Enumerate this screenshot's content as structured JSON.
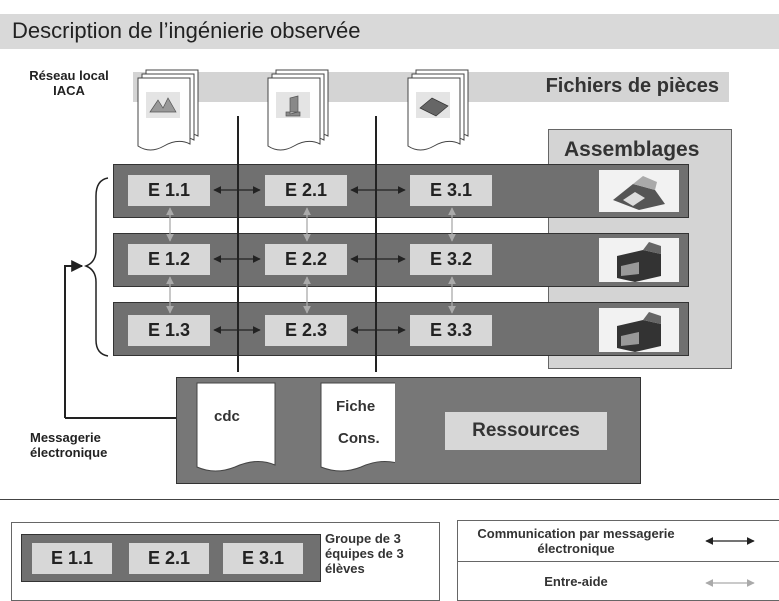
{
  "title": "Description de l’ingénierie observée",
  "network_label": "Réseau local IACA",
  "files_label": "Fichiers de pièces",
  "assemblies_label": "Assemblages",
  "teams": [
    [
      "E 1.1",
      "E 2.1",
      "E 3.1"
    ],
    [
      "E 1.2",
      "E 2.2",
      "E 3.2"
    ],
    [
      "E 1.3",
      "E 2.3",
      "E 3.3"
    ]
  ],
  "resources": {
    "doc1": "cdc",
    "doc2_line1": "Fiche",
    "doc2_line2": "Cons.",
    "label": "Ressources"
  },
  "messaging_label": "Messagerie électronique",
  "legend": {
    "group_cells": [
      "E 1.1",
      "E 2.1",
      "E 3.1"
    ],
    "group_text": "Groupe de 3 équipes de 3 élèves",
    "comm_text": "Communication par messagerie électronique",
    "help_text": "Entre-aide"
  },
  "colors": {
    "team_bar": "#707070",
    "box": "#d7d7d7",
    "panel": "#d4d4d4",
    "arrow_dark": "#222222",
    "arrow_light": "#aaaaaa"
  }
}
